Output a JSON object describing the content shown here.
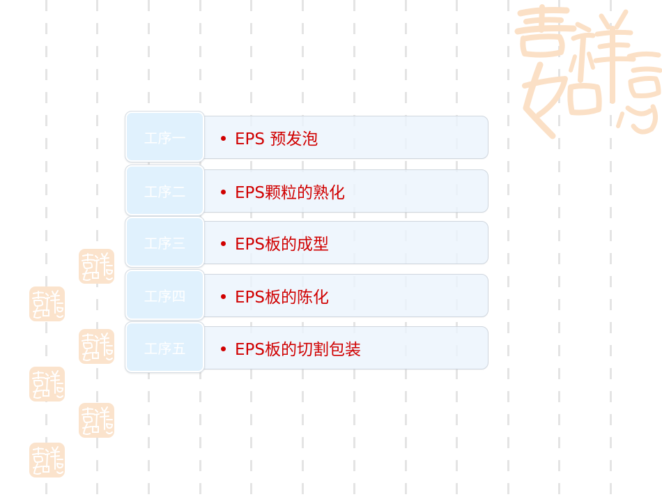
{
  "slide": {
    "background_color": "#ffffff",
    "accent_text_color": "#d00000",
    "watermark_color": "#fbe3cc",
    "watermark_text": "吉祥如意",
    "steps": [
      {
        "label": "工序一",
        "item": "EPS 预发泡"
      },
      {
        "label": "工序二",
        "item": "EPS颗粒的熟化"
      },
      {
        "label": "工序三",
        "item": "EPS板的成型"
      },
      {
        "label": "工序四",
        "item": "EPS板的陈化"
      },
      {
        "label": "工序五",
        "item": "EPS板的切割包装"
      }
    ]
  }
}
